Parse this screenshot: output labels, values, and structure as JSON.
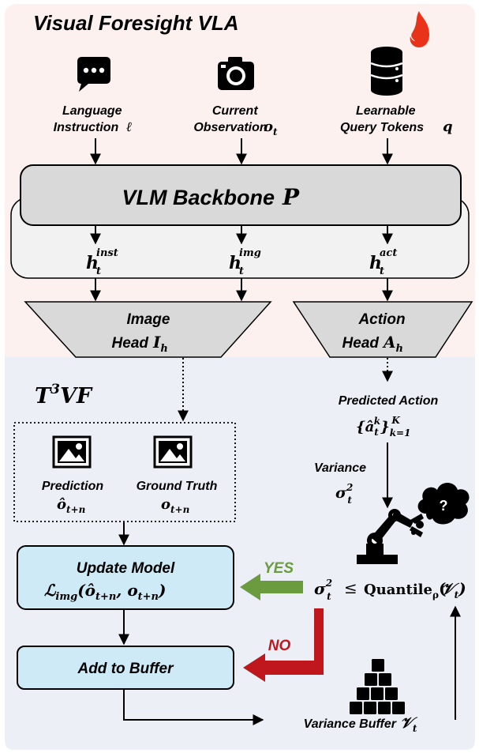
{
  "title": "Visual Foresight VLA",
  "inputs": {
    "language": {
      "line1": "Language",
      "line2": "Instruction",
      "sym": "ℓ",
      "icon": "chat-bubble-icon"
    },
    "observation": {
      "line1": "Current",
      "line2": "Observation",
      "sym": "o",
      "sub": "t",
      "icon": "camera-icon"
    },
    "query": {
      "line1": "Learnable",
      "line2": "Query Tokens",
      "sym": "q",
      "icon": "database-flame-icon"
    }
  },
  "backbone": {
    "label": "VLM Backbone",
    "sym": "P"
  },
  "hidden": {
    "inst": {
      "base": "h",
      "sub": "t",
      "sup": "inst"
    },
    "img": {
      "base": "h",
      "sub": "t",
      "sup": "img"
    },
    "act": {
      "base": "h",
      "sub": "t",
      "sup": "act"
    }
  },
  "image_head": {
    "line1": "Image",
    "line2": "Head",
    "sym": "I",
    "sub": "h"
  },
  "action_head": {
    "line1": "Action",
    "line2": "Head",
    "sym": "A",
    "sub": "h"
  },
  "ttt": {
    "T": "T",
    "sup": "3",
    "rest": "VF"
  },
  "predicted_action": {
    "label": "Predicted Action",
    "lb": "{",
    "hat": "â",
    "sup": "k",
    "sub": "t",
    "rb": "}",
    "range_sub": "k=1",
    "range_sup": "K"
  },
  "variance": {
    "label": "Variance",
    "base": "σ",
    "sup": "2",
    "sub": "t"
  },
  "prediction": {
    "label": "Prediction",
    "sym": "ô",
    "sub": "t+n",
    "icon": "image-icon"
  },
  "ground_truth": {
    "label": "Ground Truth",
    "sym": "o",
    "sub": "t+n",
    "icon": "image-icon"
  },
  "update_model": {
    "label": "Update Model",
    "loss": "ℒ",
    "loss_sub": "img",
    "args_open": "(",
    "arg1": "ô",
    "arg1_sub": "t+n",
    "comma": ", ",
    "arg2": "o",
    "arg2_sub": "t+n",
    "args_close": ")"
  },
  "add_buffer": {
    "label": "Add to Buffer"
  },
  "condition": {
    "base": "σ",
    "sup": "2",
    "sub": "t",
    "op": "≤",
    "fn": "Quantile",
    "fn_sub": "ρ",
    "arg_open": "(",
    "arg": "𝒱",
    "arg_sub": "t",
    "arg_close": ")"
  },
  "yes_label": "YES",
  "no_label": "NO",
  "robot": {
    "icon": "robot-arm-icon",
    "bubble": "?"
  },
  "variance_buffer": {
    "label": "Variance Buffer",
    "sym": "𝒱",
    "sub": "t",
    "icon": "stacked-boxes-icon"
  },
  "colors": {
    "top_bg": "#fcf1ee",
    "bottom_bg": "#ecf0f6",
    "gray_box": "#d9d9d9",
    "light_box": "#f2f2f2",
    "blue_box": "#cdeaf6",
    "yes_green": "#6a9b3e",
    "no_red": "#c0171c",
    "flame": "#e8321a"
  }
}
